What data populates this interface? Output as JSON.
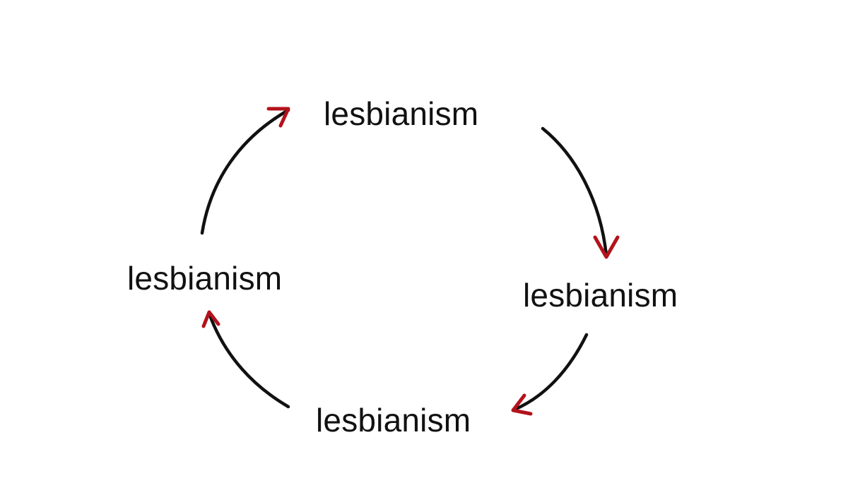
{
  "diagram": {
    "type": "cycle",
    "colors": {
      "background": "#ffffff",
      "text": "#111111",
      "arrow_stroke": "#111111",
      "arrowhead": "#b3121c"
    },
    "nodes": [
      {
        "label": "lesbianism"
      },
      {
        "label": "lesbianism"
      },
      {
        "label": "lesbianism"
      },
      {
        "label": "lesbianism"
      }
    ],
    "arrows": [
      {
        "from": 0,
        "to": 1,
        "direction": "clockwise"
      },
      {
        "from": 1,
        "to": 2,
        "direction": "clockwise"
      },
      {
        "from": 2,
        "to": 3,
        "direction": "clockwise"
      },
      {
        "from": 3,
        "to": 0,
        "direction": "clockwise"
      }
    ]
  }
}
